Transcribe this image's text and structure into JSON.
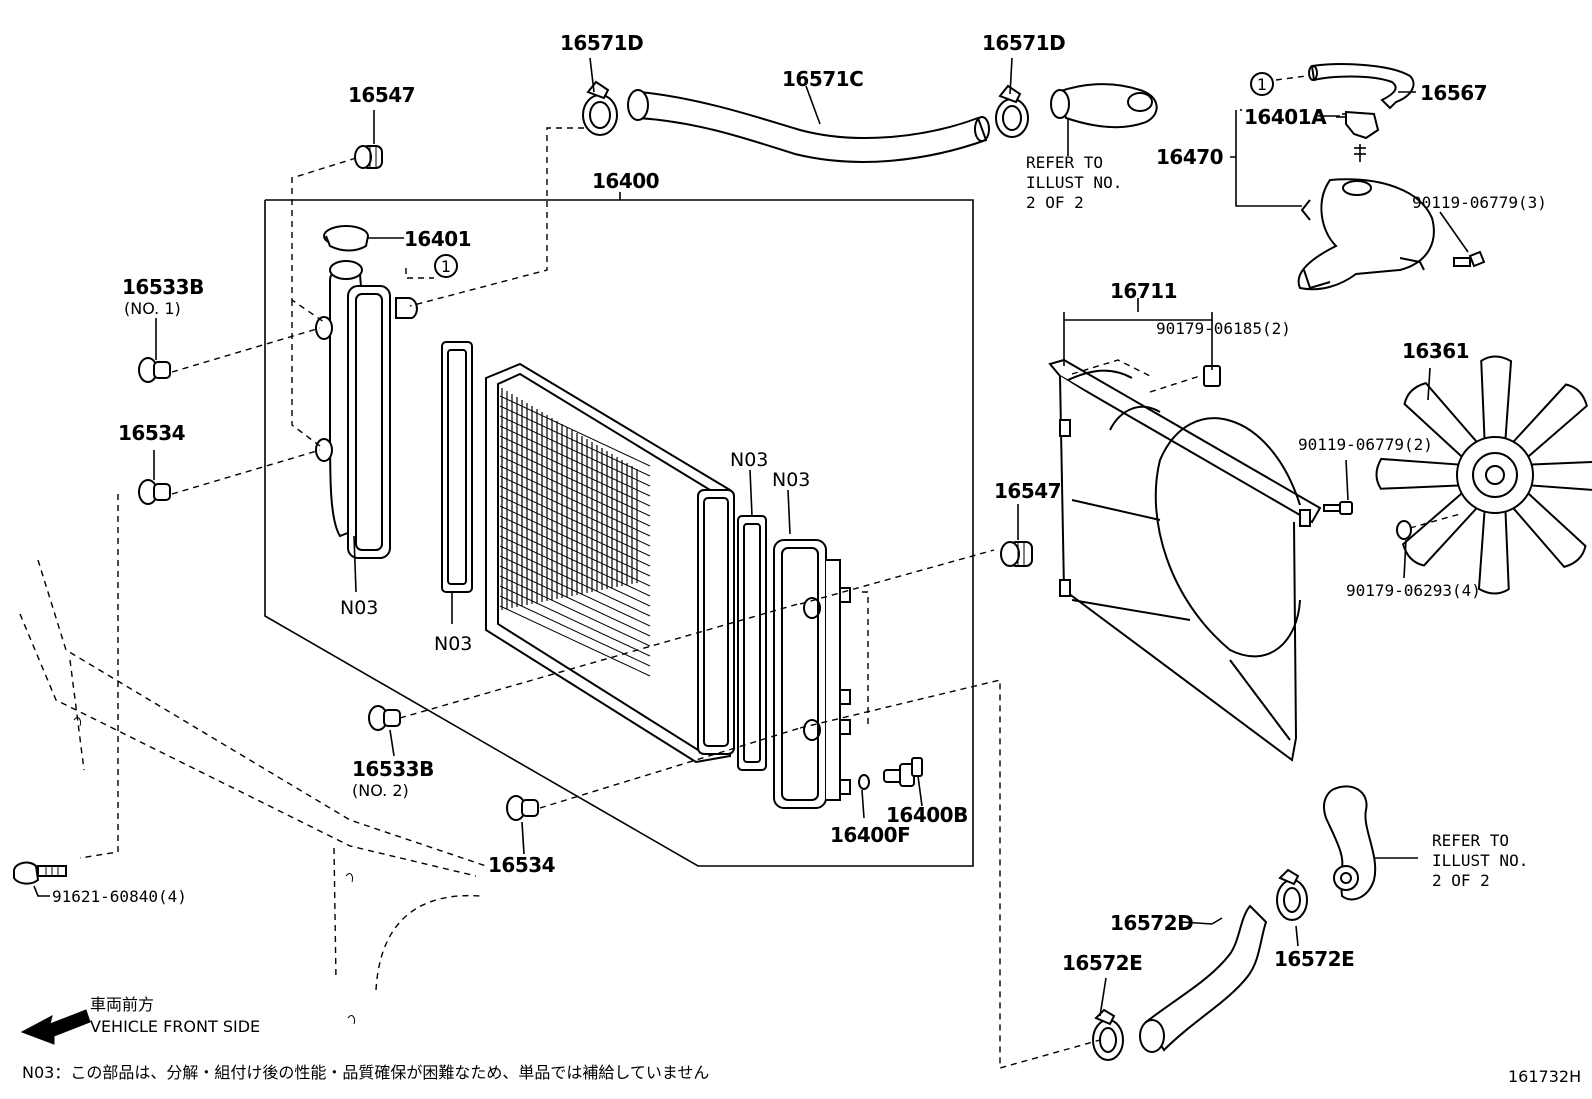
{
  "labels": {
    "p16571D_left": "16571D",
    "p16571C": "16571C",
    "p16571D_right": "16571D",
    "p16567": "16567",
    "p16401A": "16401A",
    "p16470": "16470",
    "p90119_06779_3": "90119-06779(3)",
    "p16547_top": "16547",
    "p16400": "16400",
    "p16401": "16401",
    "p16533B_no1": "16533B",
    "p16533B_no1_sub": "(NO. 1)",
    "p16534_left": "16534",
    "p16711": "16711",
    "p90179_06185_2": "90179-06185(2)",
    "p16361": "16361",
    "p90119_06779_2": "90119-06779(2)",
    "p90179_06293_4": "90179-06293(4)",
    "p16547_mid": "16547",
    "n03_a": "N03",
    "n03_b": "N03",
    "n03_c": "N03",
    "n03_d": "N03",
    "p16533B_no2": "16533B",
    "p16533B_no2_sub": "(NO. 2)",
    "p16534_bottom": "16534",
    "p16400F": "16400F",
    "p16400B": "16400B",
    "p91621_60840_4": "91621-60840(4)",
    "p16572D": "16572D",
    "p16572E_left": "16572E",
    "p16572E_right": "16572E",
    "circle_ref_top": "1",
    "circle_ref_mid": "1"
  },
  "refer_top": {
    "line1": "REFER TO",
    "line2": "ILLUST NO.",
    "line3": "2 OF 2"
  },
  "refer_bottom": {
    "line1": "REFER TO",
    "line2": "ILLUST NO.",
    "line3": "2 OF 2"
  },
  "front": {
    "jp": "車両前方",
    "en": "VEHICLE FRONT SIDE"
  },
  "footnote": "N03：この部品は、分解・組付け後の性能・品質確保が困難なため、単品では補給していません",
  "illust_id": "161732H"
}
